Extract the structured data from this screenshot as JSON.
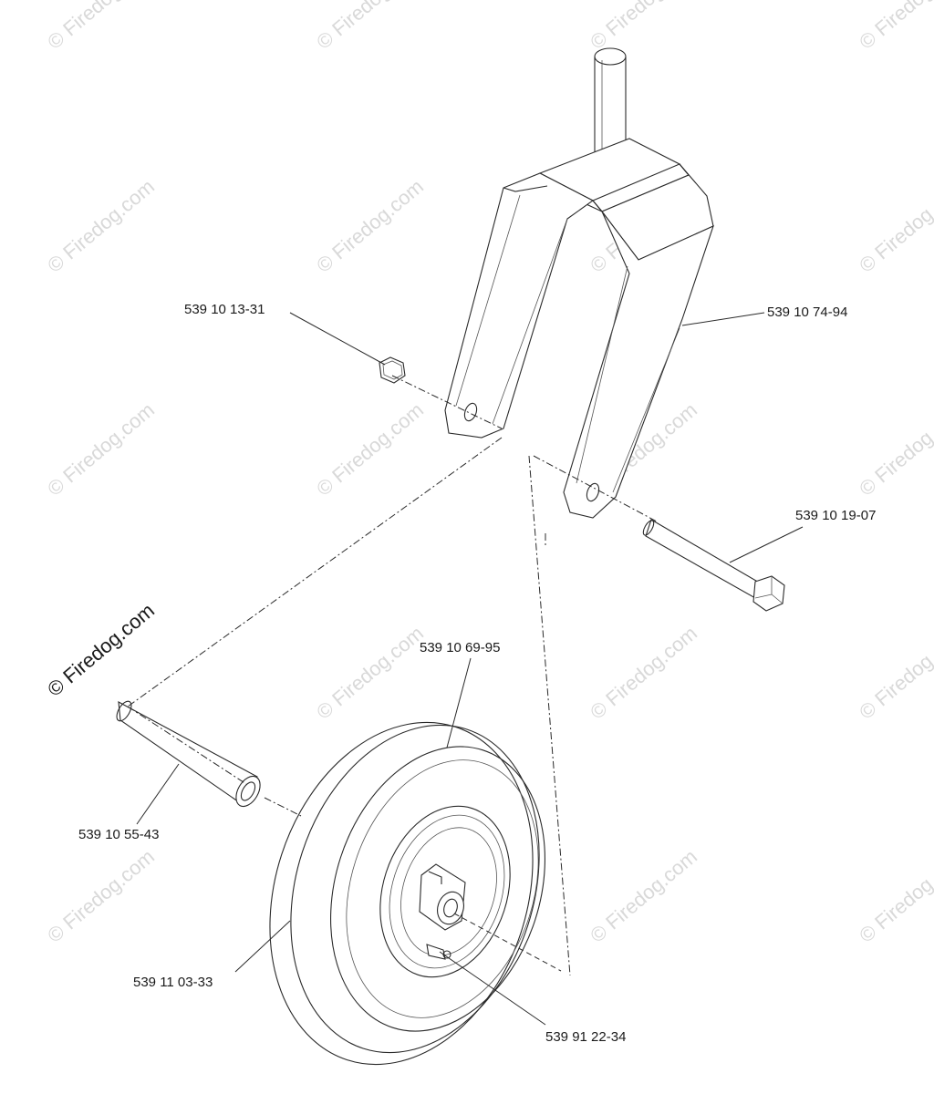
{
  "watermark": {
    "text": "© Firedog.com",
    "main_text": "© Firedog.com",
    "color": "#d9d9d9"
  },
  "parts": [
    {
      "id": "nut",
      "number": "539 10 13-31"
    },
    {
      "id": "fork",
      "number": "539 10 74-94"
    },
    {
      "id": "bolt",
      "number": "539 10 19-07"
    },
    {
      "id": "tire",
      "number": "539 10 69-95"
    },
    {
      "id": "spacer",
      "number": "539 10 55-43"
    },
    {
      "id": "wheel",
      "number": "539 11 03-33"
    },
    {
      "id": "grease-fitting",
      "number": "539 91 22-34"
    }
  ]
}
